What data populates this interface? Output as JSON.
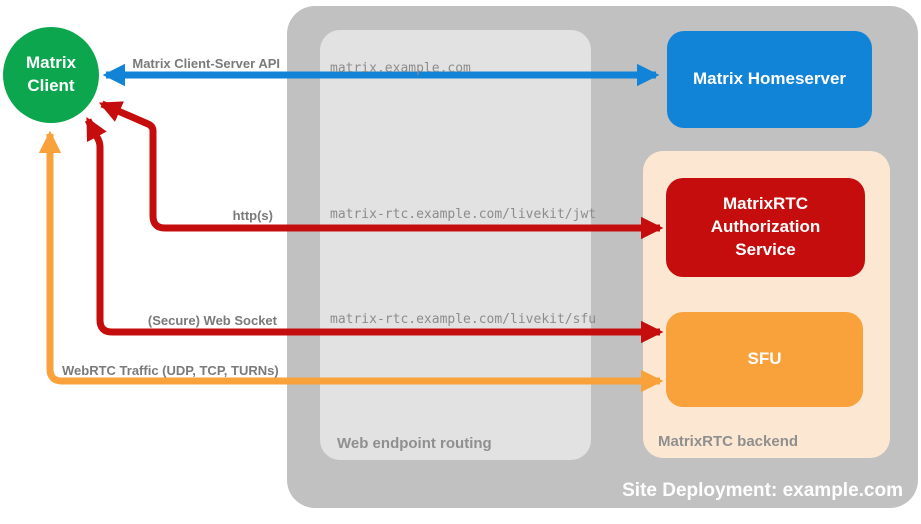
{
  "canvas": {
    "bg": "#ffffff"
  },
  "client": {
    "label": "Matrix\nClient",
    "color": "#0ba64e"
  },
  "deployment": {
    "title": "Site Deployment: example.com",
    "bg": "#c1c1c1"
  },
  "routing": {
    "title": "Web endpoint routing",
    "bg": "#e2e2e2"
  },
  "backend": {
    "title": "MatrixRTC backend",
    "bg": "#fce8d2"
  },
  "nodes": {
    "homeserver": {
      "label": "Matrix Homeserver",
      "color": "#1184d7"
    },
    "auth_service": {
      "label": "MatrixRTC\nAuthorization\nService",
      "color": "#c60d0d"
    },
    "sfu": {
      "label": "SFU",
      "color": "#f9a13b"
    }
  },
  "connections": [
    {
      "name": "matrix-client-server-api",
      "label": "Matrix Client-Server API",
      "endpoint": "matrix.example.com",
      "color": "#1184d7",
      "bidirectional": "true"
    },
    {
      "name": "https",
      "label": "http(s)",
      "endpoint": "matrix-rtc.example.com/livekit/jwt",
      "color": "#c60d0d",
      "bidirectional": "true"
    },
    {
      "name": "secure-web-socket",
      "label": "(Secure) Web Socket",
      "endpoint": "matrix-rtc.example.com/livekit/sfu",
      "color": "#c60d0d",
      "bidirectional": "true"
    },
    {
      "name": "webrtc-traffic",
      "label": "WebRTC Traffic (UDP, TCP, TURNs)",
      "color": "#f9a13b",
      "bidirectional": "true"
    }
  ]
}
